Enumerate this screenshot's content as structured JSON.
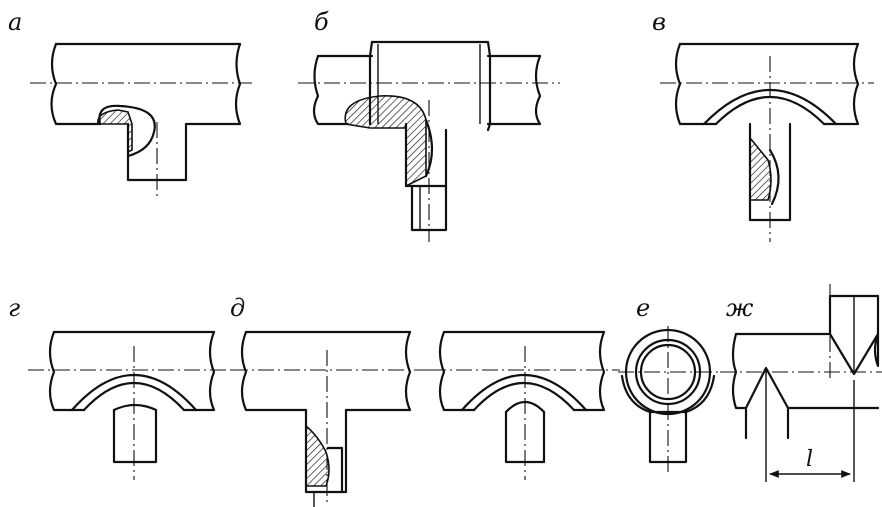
{
  "labels": {
    "a": "а",
    "b": "б",
    "v": "в",
    "g": "г",
    "d": "д",
    "e": "е",
    "zh": "ж"
  },
  "dimension": "l",
  "colors": {
    "ink": "#111111",
    "background": "#ffffff"
  }
}
